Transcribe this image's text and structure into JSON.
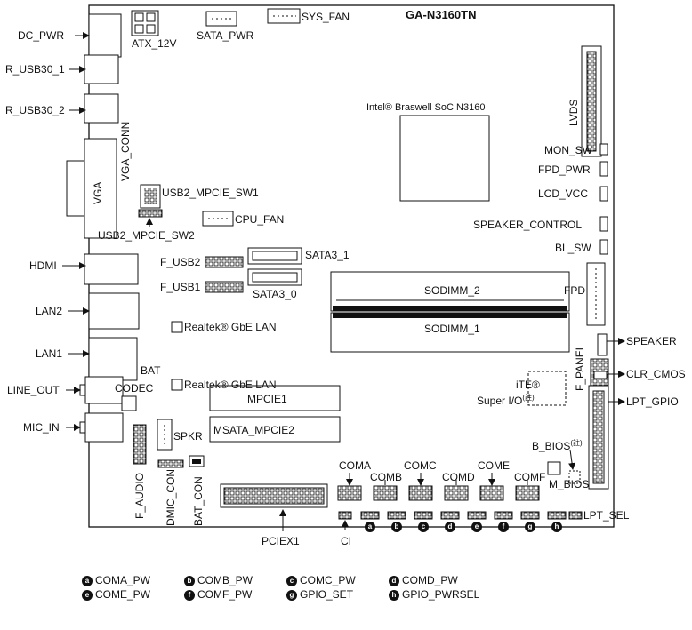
{
  "board_name": "GA-N3160TN",
  "soc_label": "Intel® Braswell SoC N3160",
  "rear_labels": {
    "dc_pwr": "DC_PWR",
    "r_usb30_1": "R_USB30_1",
    "r_usb30_2": "R_USB30_2",
    "hdmi": "HDMI",
    "lan2": "LAN2",
    "lan1": "LAN1",
    "line_out": "LINE_OUT",
    "mic_in": "MIC_IN"
  },
  "right_labels": {
    "speaker": "SPEAKER",
    "clr_cmos": "CLR_CMOS",
    "lpt_gpio": "LPT_GPIO",
    "lpt_sel": "LPT_SEL"
  },
  "components": {
    "atx_12v": "ATX_12V",
    "sata_pwr": "SATA_PWR",
    "sys_fan": "SYS_FAN",
    "vga": "VGA",
    "vga_conn": "VGA_CONN",
    "usb2_mpcie_sw1": "USB2_MPCIE_SW1",
    "usb2_mpcie_sw2": "USB2_MPCIE_SW2",
    "cpu_fan": "CPU_FAN",
    "f_usb2": "F_USB2",
    "f_usb1": "F_USB1",
    "sata3_1": "SATA3_1",
    "sata3_0": "SATA3_0",
    "realtek_lan_1": "Realtek® GbE LAN",
    "realtek_lan_2": "Realtek® GbE LAN",
    "bat": "BAT",
    "codec": "CODEC",
    "mpcie1": "MPCIE1",
    "msata_mpcie2": "MSATA_MPCIE2",
    "spkr": "SPKR",
    "f_audio": "F_AUDIO",
    "dmic_con": "DMIC_CON",
    "bat_con": "BAT_CON",
    "pciex1": "PCIEX1",
    "ci": "CI",
    "coma": "COMA",
    "comb": "COMB",
    "comc": "COMC",
    "comd": "COMD",
    "come": "COME",
    "comf": "COMF",
    "m_bios": "M_BIOS",
    "b_bios": "B_BIOS",
    "bios_note": "(註)",
    "ite": "iTE®",
    "super_io": "Super I/O",
    "sio_note": "(註)",
    "sodimm_2": "SODIMM_2",
    "sodimm_1": "SODIMM_1",
    "lvds": "LVDS",
    "fpd": "FPD",
    "f_panel": "F_PANEL",
    "mon_sw": "MON_SW",
    "fpd_pwr": "FPD_PWR",
    "lcd_vcc": "LCD_VCC",
    "speaker_control": "SPEAKER_CONTROL",
    "bl_sw": "BL_SW"
  },
  "badges": [
    "a",
    "b",
    "c",
    "d",
    "e",
    "f",
    "g",
    "h"
  ],
  "legend": [
    {
      "badge": "a",
      "text": "COMA_PW"
    },
    {
      "badge": "b",
      "text": "COMB_PW"
    },
    {
      "badge": "c",
      "text": "COMC_PW"
    },
    {
      "badge": "d",
      "text": "COMD_PW"
    },
    {
      "badge": "e",
      "text": "COME_PW"
    },
    {
      "badge": "f",
      "text": "COMF_PW"
    },
    {
      "badge": "g",
      "text": "GPIO_SET"
    },
    {
      "badge": "h",
      "text": "GPIO_PWRSEL"
    }
  ]
}
